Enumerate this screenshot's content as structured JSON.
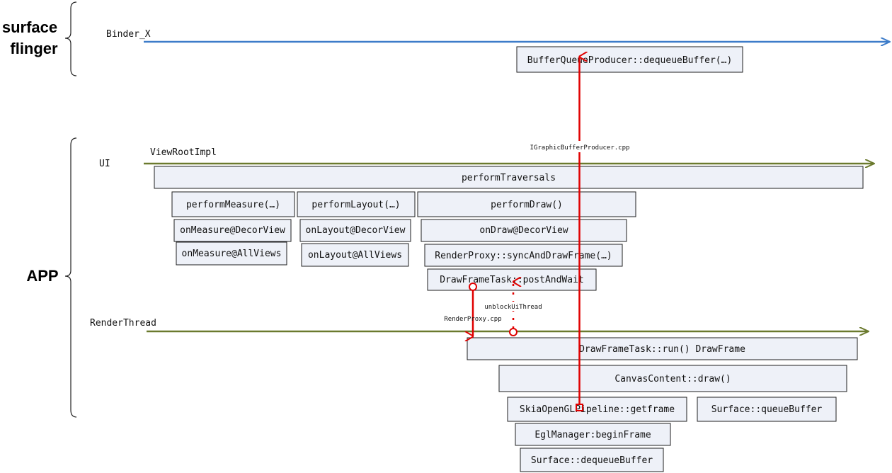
{
  "groups": {
    "surface": {
      "line1": "surface",
      "line2": "flinger"
    },
    "app": "APP"
  },
  "threads": {
    "binder": "Binder_X",
    "ui": "UI",
    "ui_class": "ViewRootImpl",
    "render": "RenderThread"
  },
  "boxes": {
    "dequeue_producer": "BufferQueueProducer::dequeueBuffer(…)",
    "perform_traversals": "performTraversals",
    "perform_measure": "performMeasure(…)",
    "perform_layout": "performLayout(…)",
    "perform_draw": "performDraw()",
    "on_measure_decor": "onMeasure@DecorView",
    "on_layout_decor": "onLayout@DecorView",
    "on_draw_decor": "onDraw@DecorView",
    "on_measure_all": "onMeasure@AllViews",
    "on_layout_all": "onLayout@AllViews",
    "render_proxy_sync": "RenderProxy::syncAndDrawFrame(…)",
    "post_and_wait": "DrawFrameTask::postAndWait",
    "draw_frame_run": "DrawFrameTask::run()   DrawFrame",
    "canvas_draw": "CanvasContent::draw()",
    "skia_getframe": "SkiaOpenGLPipeline::getframe",
    "queue_buffer": "Surface::queueBuffer",
    "egl_begin": "EglManager:beginFrame",
    "surface_dequeue": "Surface::dequeueBuffer"
  },
  "annotations": {
    "igbp": "IGraphicBufferProducer.cpp",
    "unblock": "unblockUiThread",
    "render_proxy_cpp": "RenderProxy.cpp"
  },
  "colors": {
    "binder_line": "#3d7cc9",
    "thread_line": "#6b7a2e",
    "call_arrow": "#e00000"
  }
}
